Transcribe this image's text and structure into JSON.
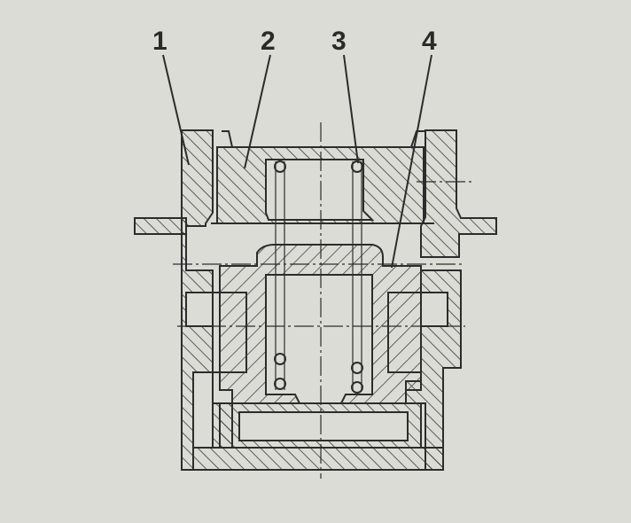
{
  "colors": {
    "paper": "#dcdcd6",
    "ink": "#2c2c2c",
    "hatch": "#3a3a3a"
  },
  "callouts": [
    {
      "label": "1"
    },
    {
      "label": "2"
    },
    {
      "label": "3"
    },
    {
      "label": "4"
    }
  ]
}
